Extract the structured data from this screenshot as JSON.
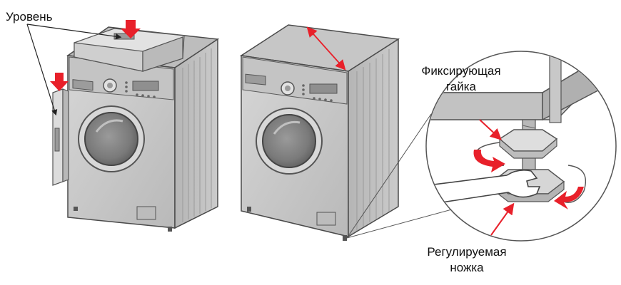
{
  "labels": {
    "level": "Уровень",
    "lock_nut_line1": "Фиксирующая",
    "lock_nut_line2": "гайка",
    "adjustable_foot_line1": "Регулируемая",
    "adjustable_foot_line2": "ножка"
  },
  "colors": {
    "accent": "#e8202a",
    "outline": "#4a4a4a",
    "body_light": "#cfcfcf",
    "body_mid": "#a9a9a9",
    "body_dark": "#8c8c8c",
    "background": "#ffffff"
  }
}
